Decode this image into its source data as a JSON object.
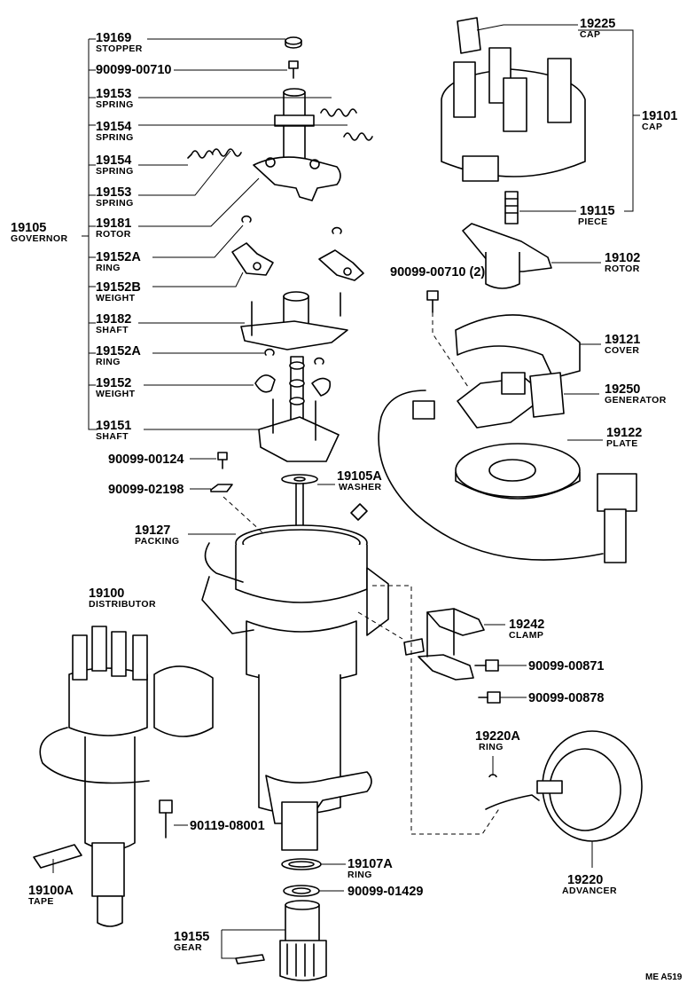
{
  "diagram": {
    "reference_code": "ME  A519",
    "parts": [
      {
        "key": "stopper",
        "number": "19169",
        "name": "STOPPER"
      },
      {
        "key": "bolt_00710",
        "number": "90099-00710",
        "name": ""
      },
      {
        "key": "spring_19153_upper",
        "number": "19153",
        "name": "SPRING"
      },
      {
        "key": "spring_19154_upper",
        "number": "19154",
        "name": "SPRING"
      },
      {
        "key": "spring_19154_lower",
        "number": "19154",
        "name": "SPRING"
      },
      {
        "key": "spring_19153_lower",
        "number": "19153",
        "name": "SPRING"
      },
      {
        "key": "governor",
        "number": "19105",
        "name": "GOVERNOR"
      },
      {
        "key": "governor_rotor",
        "number": "19181",
        "name": "ROTOR"
      },
      {
        "key": "ring_19152a_upper",
        "number": "19152A",
        "name": "RING"
      },
      {
        "key": "weight_19152b",
        "number": "19152B",
        "name": "WEIGHT"
      },
      {
        "key": "shaft_19182",
        "number": "19182",
        "name": "SHAFT"
      },
      {
        "key": "ring_19152a_lower",
        "number": "19152A",
        "name": "RING"
      },
      {
        "key": "weight_19152",
        "number": "19152",
        "name": "WEIGHT"
      },
      {
        "key": "shaft_19151",
        "number": "19151",
        "name": "SHAFT"
      },
      {
        "key": "screw_00124",
        "number": "90099-00124",
        "name": ""
      },
      {
        "key": "washer_02198",
        "number": "90099-02198",
        "name": ""
      },
      {
        "key": "washer_19105a",
        "number": "19105A",
        "name": "WASHER"
      },
      {
        "key": "packing",
        "number": "19127",
        "name": "PACKING"
      },
      {
        "key": "distributor",
        "number": "19100",
        "name": "DISTRIBUTOR"
      },
      {
        "key": "cap_top",
        "number": "19225",
        "name": "CAP"
      },
      {
        "key": "cap",
        "number": "19101",
        "name": "CAP"
      },
      {
        "key": "piece",
        "number": "19115",
        "name": "PIECE"
      },
      {
        "key": "rotor",
        "number": "19102",
        "name": "ROTOR"
      },
      {
        "key": "bolt_00710_2",
        "number": "90099-00710 (2)",
        "name": ""
      },
      {
        "key": "cover",
        "number": "19121",
        "name": "COVER"
      },
      {
        "key": "generator",
        "number": "19250",
        "name": "GENERATOR"
      },
      {
        "key": "plate",
        "number": "19122",
        "name": "PLATE"
      },
      {
        "key": "clamp",
        "number": "19242",
        "name": "CLAMP"
      },
      {
        "key": "screw_00871",
        "number": "90099-00871",
        "name": ""
      },
      {
        "key": "screw_00878",
        "number": "90099-00878",
        "name": ""
      },
      {
        "key": "ring_19220a",
        "number": "19220A",
        "name": "RING"
      },
      {
        "key": "advancer",
        "number": "19220",
        "name": "ADVANCER"
      },
      {
        "key": "bolt_08001",
        "number": "90119-08001",
        "name": ""
      },
      {
        "key": "ring_19107a",
        "number": "19107A",
        "name": "RING"
      },
      {
        "key": "washer_01429",
        "number": "90099-01429",
        "name": ""
      },
      {
        "key": "tape",
        "number": "19100A",
        "name": "TAPE"
      },
      {
        "key": "gear",
        "number": "19155",
        "name": "GEAR"
      }
    ]
  }
}
